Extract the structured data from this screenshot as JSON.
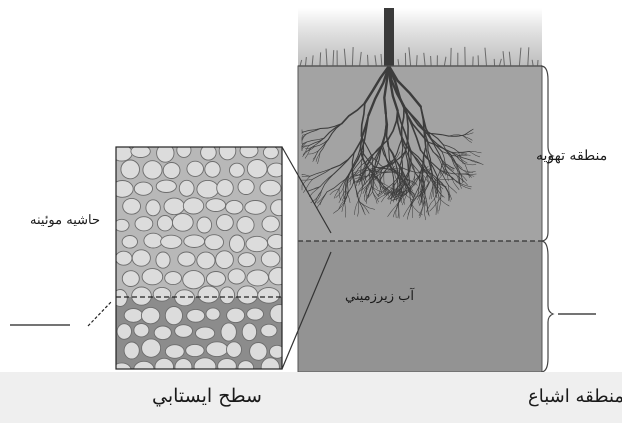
{
  "labels": {
    "aeration_zone": "منطقه تهويه",
    "capillary_fringe": "حاشيه موئينه",
    "groundwater": "آب زيرزميني",
    "water_table": "سطح ايستابي",
    "saturation_zone": "منطقه اشباع"
  },
  "colors": {
    "aeration_soil": "#a3a3a3",
    "groundwater_soil": "#939393",
    "grain_fill": "#dcdcdc",
    "matrix_dry": "#b8b8b8",
    "matrix_wet": "#8c8c8c",
    "root": "#3c3c3c",
    "line": "#2a2a2a",
    "caption_band": "#efefef"
  }
}
